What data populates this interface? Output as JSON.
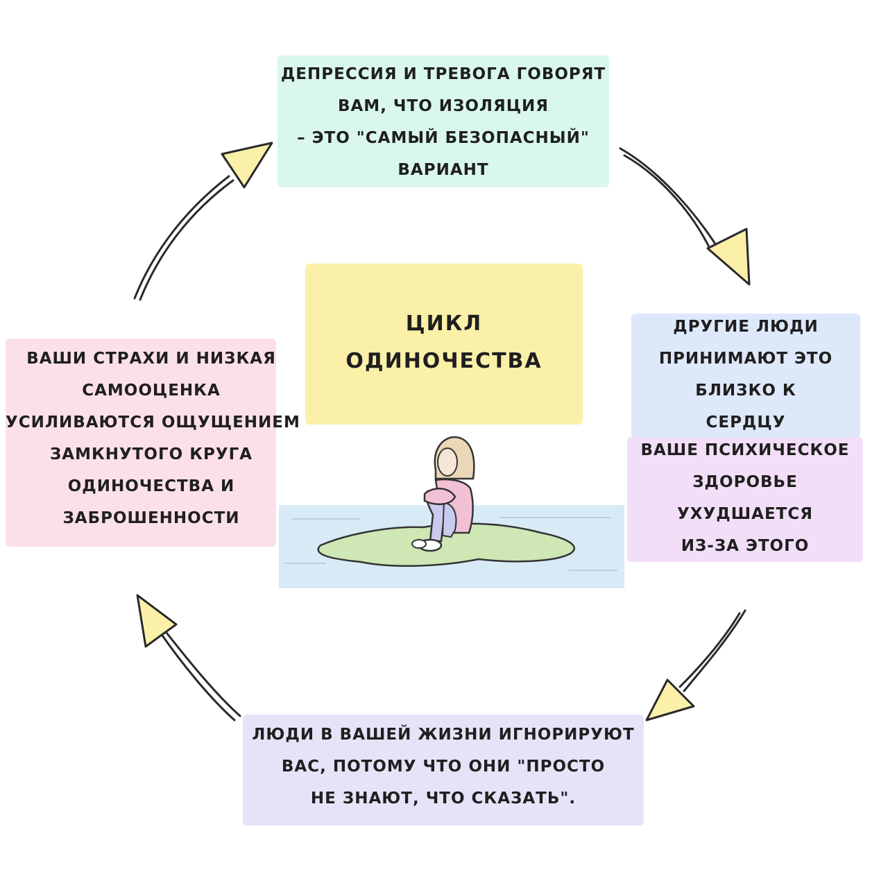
{
  "colors": {
    "mint": "#d9f7ee",
    "butter": "#fbf0a8",
    "blue": "#dde8fb",
    "lilac": "#f3def8",
    "pink": "#fbe0ea",
    "lavender": "#e6e3f9",
    "arrow_fill": "#fbf0a8",
    "island": "#cfe6b5",
    "water": "#d9eaf7"
  },
  "center": {
    "line1": "цикл",
    "line2": "одиночества"
  },
  "top": {
    "line1": "депрессия и тревога говорят",
    "line2": "вам, что изоляция",
    "line3": "– это \"самый безопасный\"",
    "line4": "вариант"
  },
  "right_upper": {
    "line1": "другие люди",
    "line2": "принимают это",
    "line3": "близко к",
    "line4": "сердцу"
  },
  "right_lower": {
    "line1": "ваше психическое",
    "line2": "здоровье",
    "line3": "ухудшается",
    "line4": "из-за этого"
  },
  "bottom": {
    "line1": "люди в вашей жизни игнорируют",
    "line2": "вас, потому что они \"просто",
    "line3": "не знают, что сказать\"."
  },
  "left": {
    "line1": "Ваши страхи и низкая",
    "line2": "самооценка",
    "line3": "усиливаются ощущением",
    "line4": "замкнутого круга",
    "line5": "одиночества и",
    "line6": "заброшенности"
  },
  "icons": {
    "arrows": "curved-arrow-icon",
    "figure": "sitting-person-icon"
  }
}
